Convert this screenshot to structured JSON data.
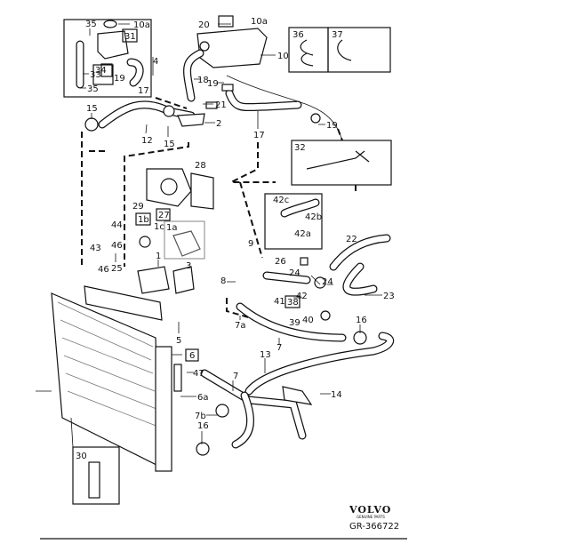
{
  "diagram": {
    "labels": [
      "10a",
      "35",
      "31",
      "34",
      "33",
      "35",
      "19",
      "17",
      "20",
      "10a",
      "10",
      "18",
      "19",
      "21",
      "4",
      "15",
      "12",
      "15",
      "2",
      "17",
      "19",
      "36",
      "37",
      "32",
      "28",
      "29",
      "27",
      "1b",
      "1c",
      "1a",
      "44",
      "46",
      "43",
      "46",
      "25",
      "1",
      "3",
      "42c",
      "42b",
      "42a",
      "22",
      "9",
      "26",
      "24",
      "24",
      "23",
      "8",
      "42",
      "41",
      "38",
      "40",
      "39",
      "16",
      "7a",
      "7",
      "5",
      "6",
      "13",
      "47",
      "7",
      "6a",
      "14",
      "7b",
      "16",
      "30"
    ],
    "brand": "VOLVO",
    "brand_sub": "GENUINE PARTS",
    "drawing_number": "GR-366722"
  }
}
